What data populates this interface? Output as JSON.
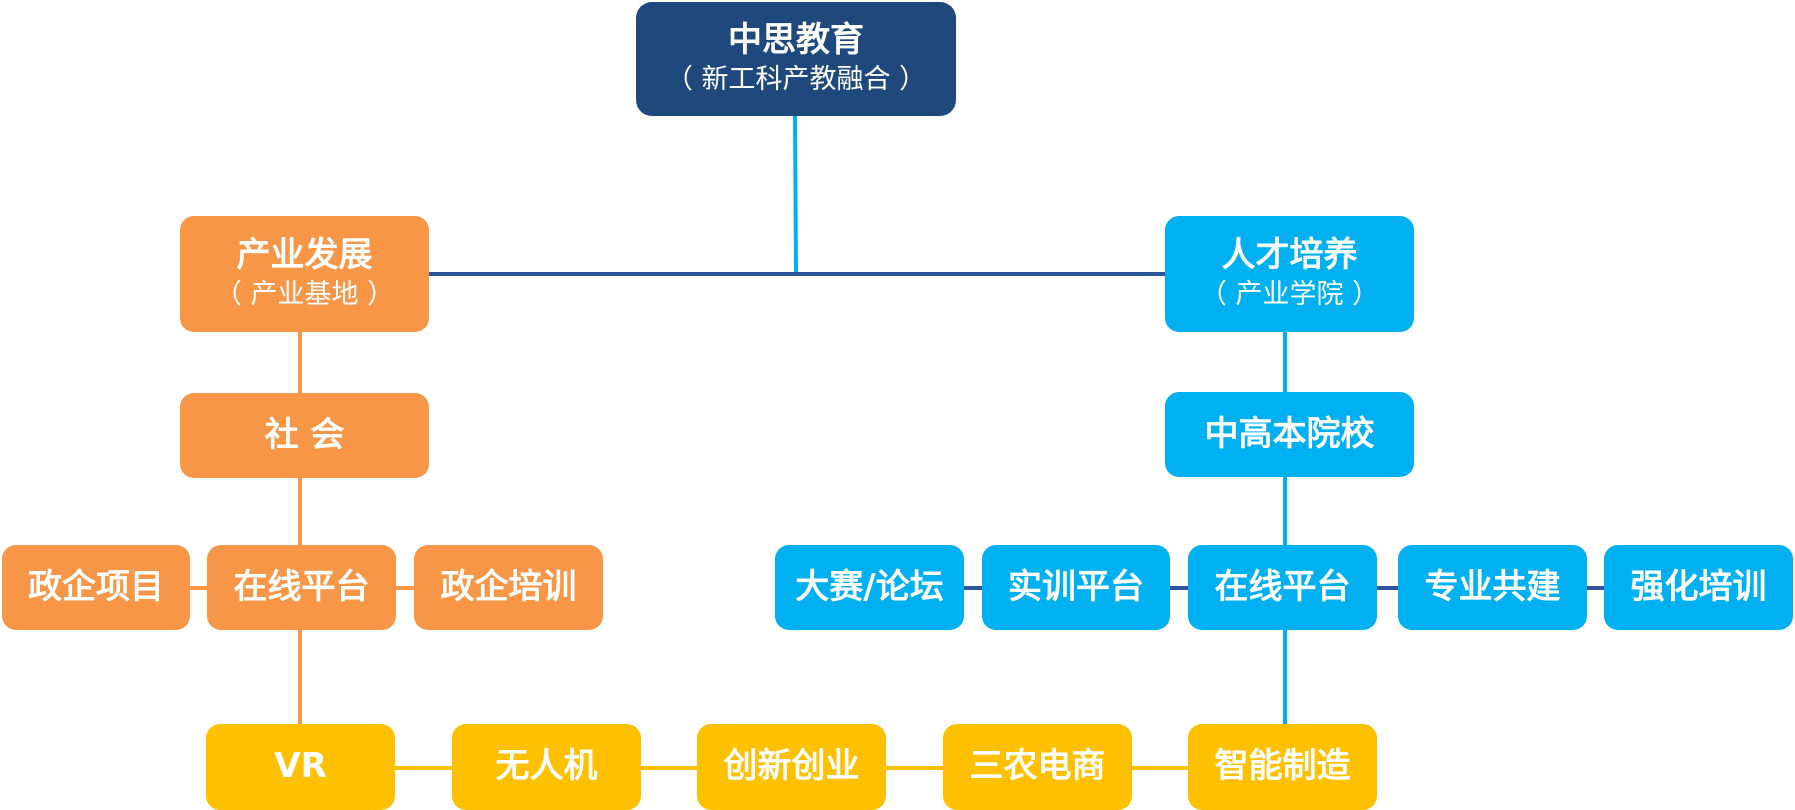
{
  "root": {
    "title": "中思教育",
    "subtitle": "（ 新工科产教融合 ）"
  },
  "left": {
    "title": "产业发展",
    "subtitle": "（ 产业基地 ）",
    "level2": "社 会",
    "row": [
      "政企项目",
      "在线平台",
      "政企培训"
    ]
  },
  "right": {
    "title": "人才培养",
    "subtitle": "（ 产业学院 ）",
    "level2": "中高本院校",
    "row": [
      "大赛/论坛",
      "实训平台",
      "在线平台",
      "专业共建",
      "强化培训"
    ]
  },
  "bottom": [
    "VR",
    "无人机",
    "创新创业",
    "三农电商",
    "智能制造"
  ],
  "colors": {
    "navy": "#1f497d",
    "orange": "#f79646",
    "blue": "#00b0f0",
    "yellow": "#ffc000",
    "connector_dark": "#2e5597"
  }
}
